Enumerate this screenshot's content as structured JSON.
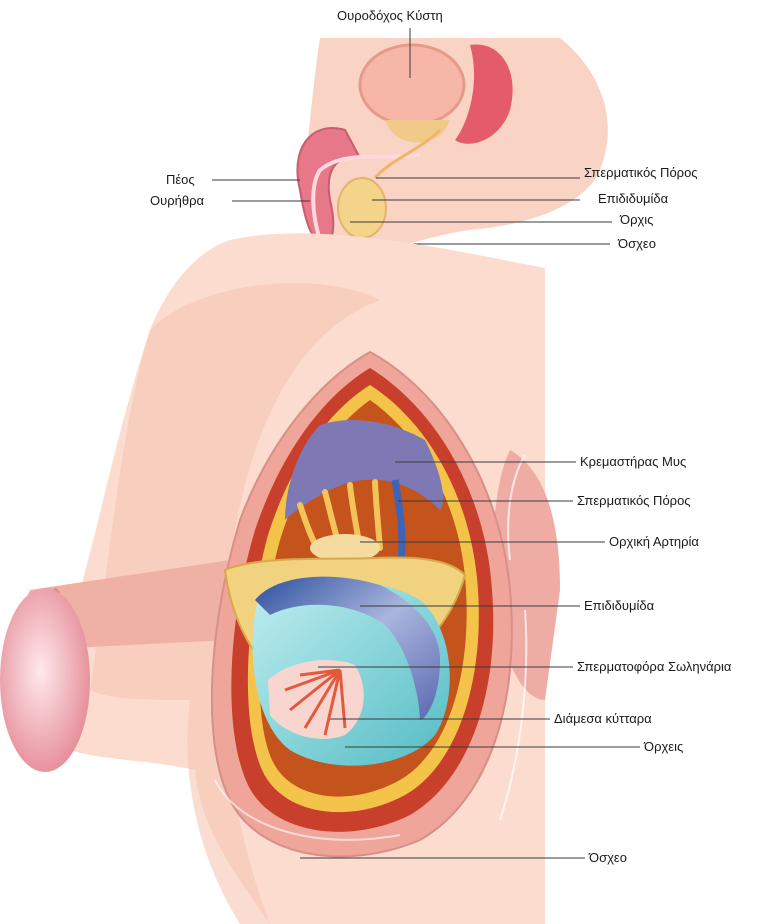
{
  "colors": {
    "skin": "#f9d3c4",
    "skin_dark": "#f2b6a4",
    "tissue_red": "#c9462e",
    "fat_yellow": "#f6c84a",
    "purple": "#7e79b4",
    "testis_cyan": "#7fd3d8",
    "tubule_orange": "#c4531c",
    "line": "#3a3a3a"
  },
  "top_labels": {
    "bladder": "Ουροδόχος Κύστη",
    "penis": "Πέος",
    "urethra": "Ουρήθρα",
    "vas_deferens": "Σπερματικός Πόρος",
    "epididymis": "Επιδιδυμίδα",
    "testis": "Όρχις",
    "scrotum": "Όσχεο"
  },
  "bottom_labels": {
    "cremaster": "Κρεμαστήρας Μυς",
    "vas_deferens": "Σπερματικός Πόρος",
    "testicular_artery": "Ορχική Αρτηρία",
    "epididymis": "Επιδιδυμίδα",
    "seminiferous_tubules": "Σπερματοφόρα Σωληνάρια",
    "interstitial_cells": "Διάμεσα κύτταρα",
    "testes": "Όρχεις",
    "scrotum": "Όσχεο"
  }
}
